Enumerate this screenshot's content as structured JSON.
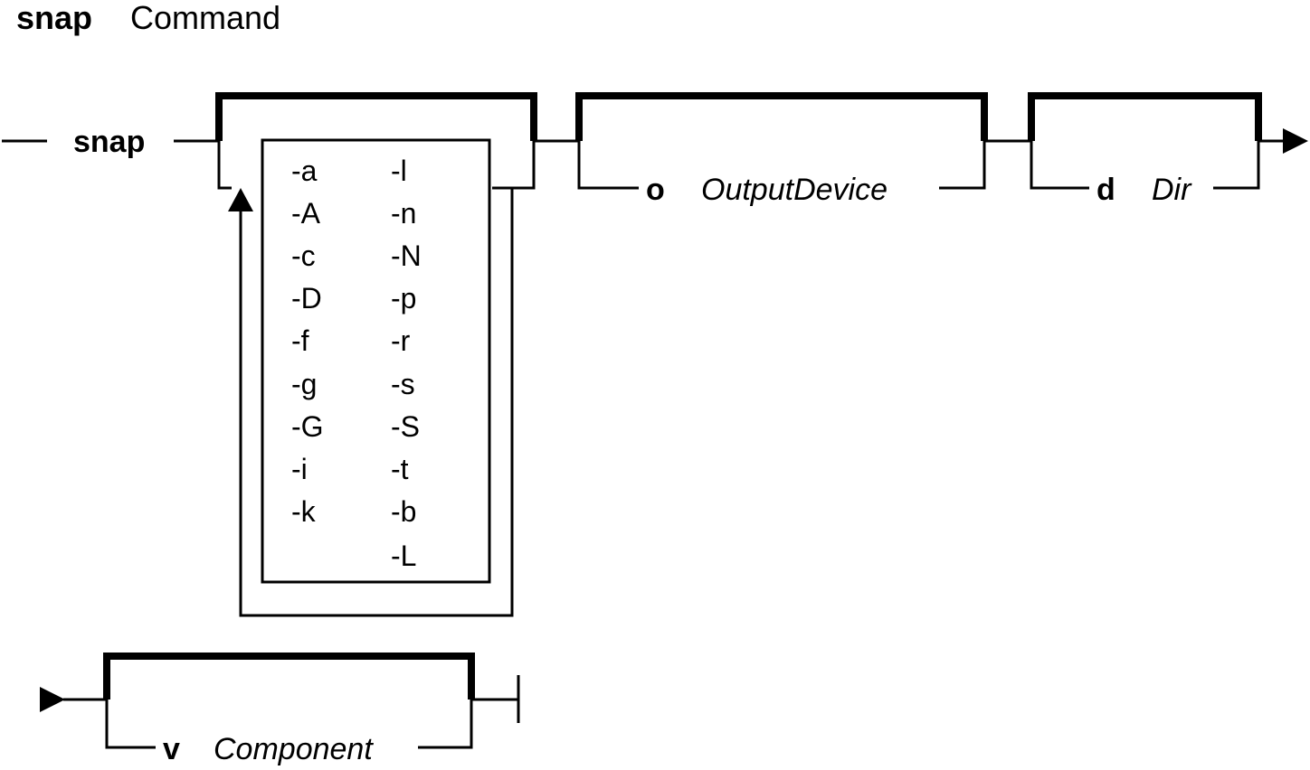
{
  "title": {
    "command": "snap",
    "word": "Command"
  },
  "main": {
    "command": "snap",
    "flags_left": [
      "-a",
      "-A",
      "-c",
      "-D",
      "-f",
      "-g",
      "-G",
      "-i",
      "-k"
    ],
    "flags_right": [
      "-l",
      "-n",
      "-N",
      "-p",
      "-r",
      "-s",
      "-S",
      "-t",
      "-b",
      "-L"
    ]
  },
  "output_option": {
    "flag": "o",
    "param": "OutputDevice"
  },
  "dir_option": {
    "flag": "d",
    "param": "Dir"
  },
  "component_option": {
    "flag": "v",
    "param": "Component"
  }
}
